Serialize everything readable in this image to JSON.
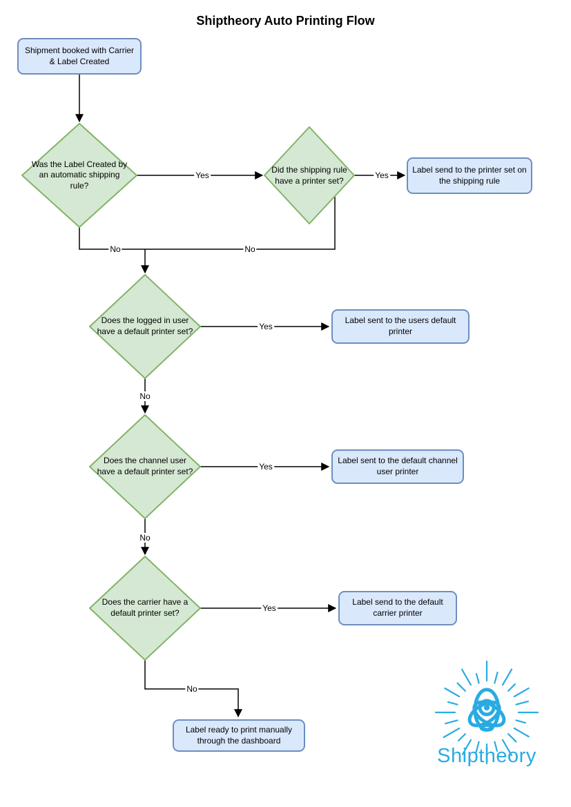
{
  "title": "Shiptheory Auto Printing Flow",
  "nodes": {
    "start": {
      "label": "Shipment booked with Carrier & Label Created",
      "type": "terminal"
    },
    "d_auto_rule": {
      "label": "Was the Label Created by an automatic shipping rule?",
      "type": "decision"
    },
    "d_rule_printer": {
      "label": "Did the shipping rule have a printer set?",
      "type": "decision"
    },
    "r_rule_printer": {
      "label": "Label send to the printer set on the shipping rule",
      "type": "terminal"
    },
    "d_user_printer": {
      "label": "Does the logged in user have a default printer set?",
      "type": "decision"
    },
    "r_user_printer": {
      "label": "Label sent to the users default printer",
      "type": "terminal"
    },
    "d_channel_printer": {
      "label": "Does the channel user have a default printer set?",
      "type": "decision"
    },
    "r_channel_printer": {
      "label": "Label sent to the default channel user printer",
      "type": "terminal"
    },
    "d_carrier_printer": {
      "label": "Does the carrier have a default printer set?",
      "type": "decision"
    },
    "r_carrier_printer": {
      "label": "Label send to the default carrier printer",
      "type": "terminal"
    },
    "r_manual": {
      "label": "Label ready to print manually through the dashboard",
      "type": "terminal"
    }
  },
  "edge_labels": {
    "auto_rule_yes": "Yes",
    "rule_printer_yes": "Yes",
    "auto_rule_no": "No",
    "rule_printer_no": "No",
    "user_yes": "Yes",
    "user_no": "No",
    "channel_yes": "Yes",
    "channel_no": "No",
    "carrier_yes": "Yes",
    "carrier_no": "No"
  },
  "logo": {
    "text": "Shiptheory"
  },
  "colors": {
    "decision_fill": "#d5e8d4",
    "decision_border": "#82b366",
    "terminal_fill": "#dae8fc",
    "terminal_border": "#6c8ebf",
    "connector": "#000000",
    "logo_blue": "#29ABE2"
  }
}
